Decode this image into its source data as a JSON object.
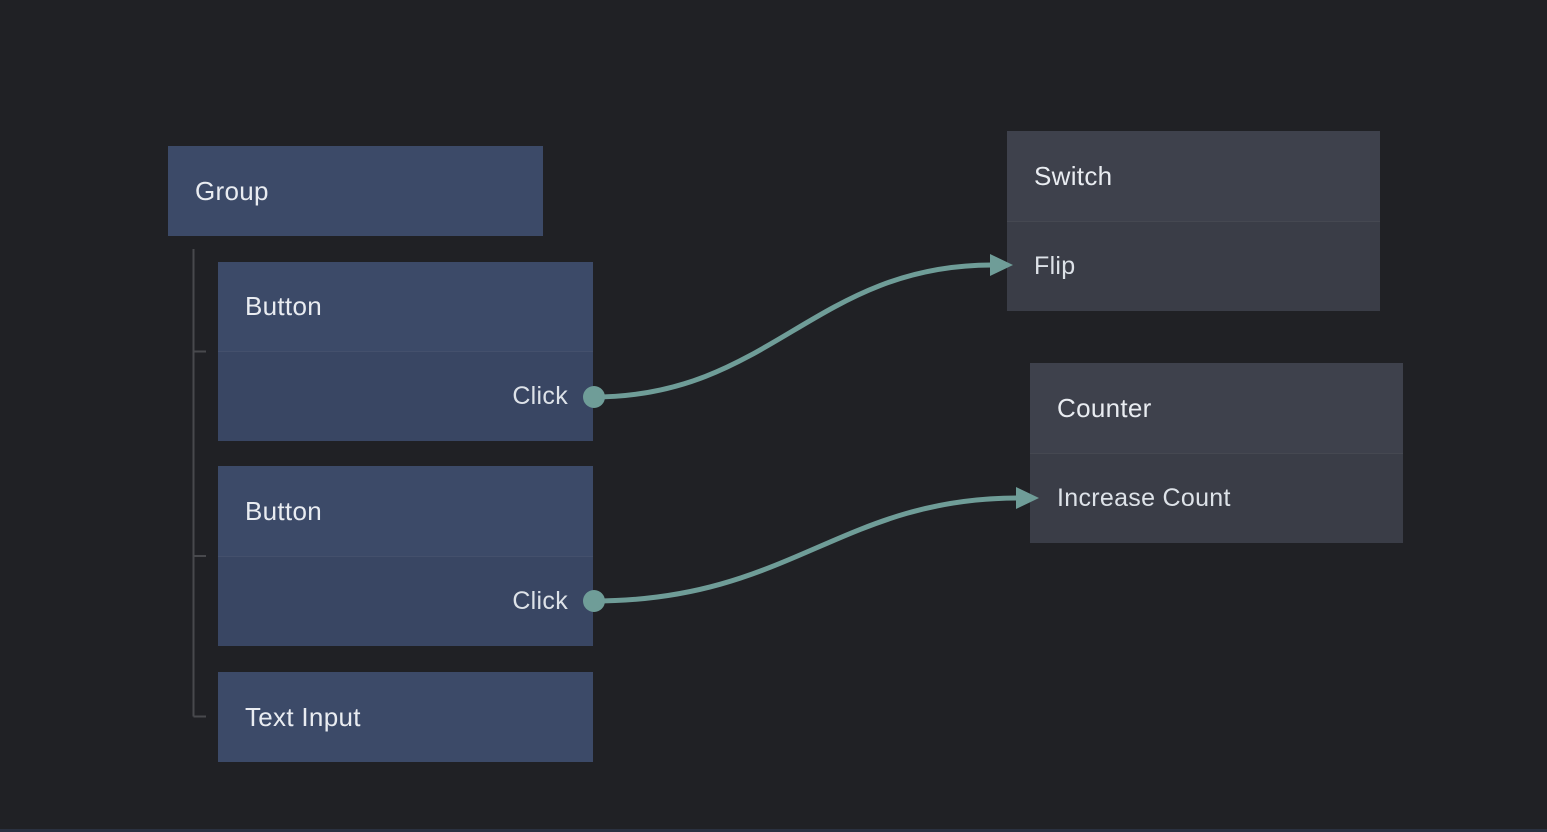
{
  "canvas": {
    "background": "#202125"
  },
  "colors": {
    "accent_teal": "#6f9d98",
    "node_blue_header": "#3c4a68",
    "node_blue_body": "#394663",
    "node_gray_header": "#3e414c",
    "node_gray_body": "#3a3d47",
    "tree_line": "#48494d",
    "title_text": "#e9ecf1",
    "port_text": "#dde2e8"
  },
  "graph": {
    "group_node": {
      "label": "Group"
    },
    "children": {
      "button1": {
        "label": "Button",
        "output_port": "Click"
      },
      "button2": {
        "label": "Button",
        "output_port": "Click"
      },
      "text_input": {
        "label": "Text Input"
      }
    },
    "target_nodes": {
      "switch": {
        "title": "Switch",
        "input_action": "Flip"
      },
      "counter": {
        "title": "Counter",
        "input_action": "Increase Count"
      }
    },
    "connections": [
      {
        "from": "Button (top) / Click",
        "to": "Switch / Flip"
      },
      {
        "from": "Button (bottom) / Click",
        "to": "Counter / Increase Count"
      }
    ]
  }
}
